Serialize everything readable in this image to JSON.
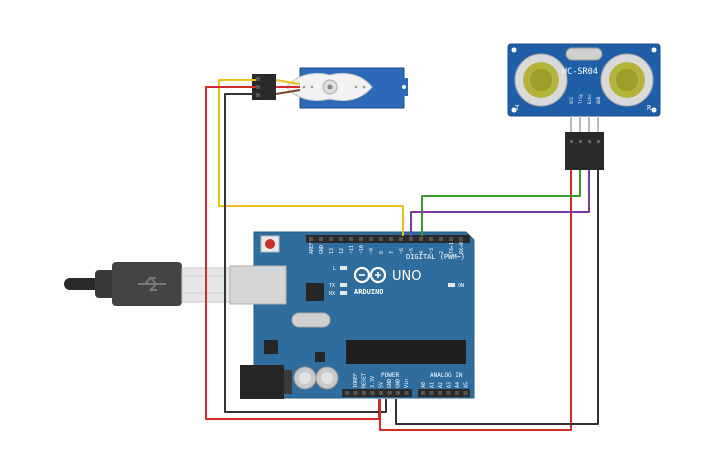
{
  "sensor": {
    "model": "HC-SR04",
    "left_mark": "T",
    "right_mark": "R",
    "pins": [
      "VCC",
      "Trig",
      "Echo",
      "GND"
    ]
  },
  "board": {
    "brand": "ARDUINO",
    "model": "UNO",
    "digital_label": "DIGITAL (PWM~)",
    "power_label": "POWER",
    "analog_label": "ANALOG IN",
    "on_label": "ON",
    "l_label": "L",
    "tx_label": "TX",
    "rx_label": "RX",
    "digital_pins": [
      "AREF",
      "GND",
      "13",
      "12",
      "~11",
      "~10",
      "~9",
      "8",
      "7",
      "~6",
      "~5",
      "4",
      "~3",
      "2",
      "TX▸1",
      "RX◂0"
    ],
    "power_pins": [
      "IOREF",
      "RESET",
      "3.3V",
      "5V",
      "GND",
      "GND",
      "Vin"
    ],
    "analog_pins": [
      "A0",
      "A1",
      "A2",
      "A3",
      "A4",
      "A5"
    ]
  },
  "colors": {
    "board_blue": "#2f6d9e",
    "sensor_blue": "#1f5fa8",
    "servo_blue": "#2a6ab8",
    "wire_red": "#d42a2a",
    "wire_black": "#333333",
    "wire_yellow": "#e8c21a",
    "wire_green": "#3a9a2a",
    "wire_purple": "#7a3aa0"
  }
}
